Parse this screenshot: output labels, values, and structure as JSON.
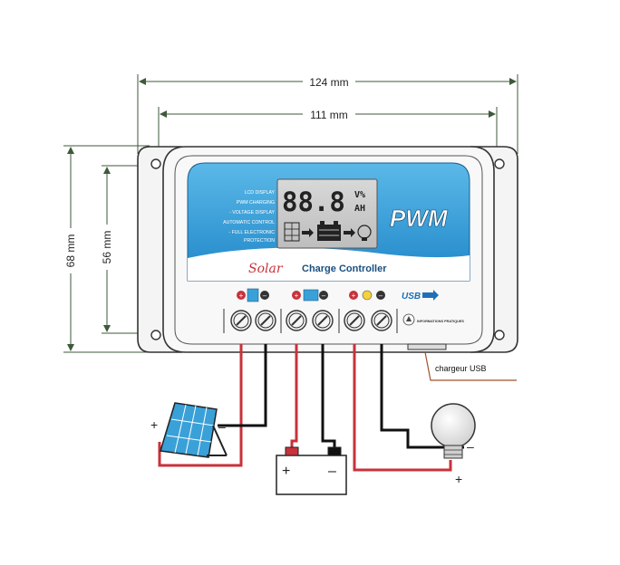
{
  "dimensions": {
    "outer_width": "124 mm",
    "inner_width": "111 mm",
    "outer_height": "68 mm",
    "inner_height": "56 mm"
  },
  "controller": {
    "features": [
      "LCD DISPLAY",
      "PWM CHARGING",
      "- VOLTAGE DISPLAY",
      "AUTOMATIC CONTROL",
      "- FULL ELECTRONIC",
      "PROTECTION"
    ],
    "lcd_digits": "88.8",
    "lcd_units_top": "V%",
    "lcd_units_bottom": "AH",
    "brand": "PWM",
    "title_script": "Solar",
    "title": "Charge Controller",
    "usb_badge": "USB",
    "logo_text": "INFORMATIONS PRATIQUES"
  },
  "wiring": {
    "usb_label": "chargeur USB",
    "panel_plus": "+",
    "panel_minus": "–",
    "battery_plus": "+",
    "battery_minus": "–",
    "lamp_plus": "+",
    "lamp_minus": "–"
  },
  "colors": {
    "positive_wire": "#c8323a",
    "negative_wire": "#111111",
    "panel_blue": "#3aa0d8",
    "dimension_green": "#3d5a3a",
    "usb_line": "#a0522d"
  }
}
